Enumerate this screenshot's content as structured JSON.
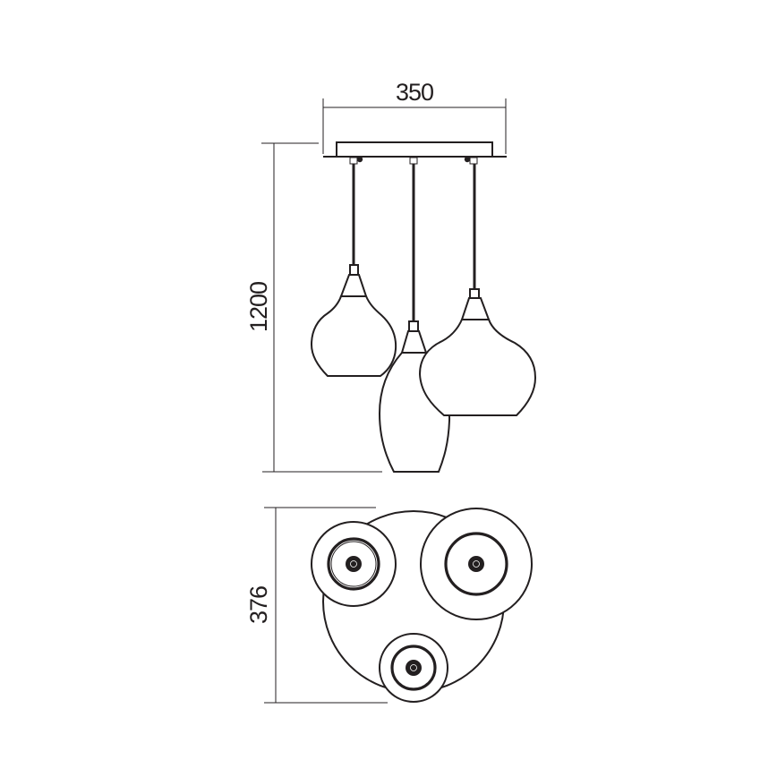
{
  "drawing": {
    "type": "technical-dimension-drawing",
    "subject": "3-light pendant lamp with glass shades on rectangular canopy",
    "units": "mm",
    "colors": {
      "line": "#231f20",
      "background": "#ffffff"
    }
  },
  "dimensions": {
    "width": {
      "label": "350",
      "value": 350
    },
    "height": {
      "label": "1200",
      "value": 1200
    },
    "diameter": {
      "label": "376",
      "value": 376
    }
  },
  "views": {
    "front": {
      "name": "front-elevation",
      "pendant_count": 3
    },
    "top": {
      "name": "plan-view-from-below",
      "pendant_count": 3
    }
  }
}
